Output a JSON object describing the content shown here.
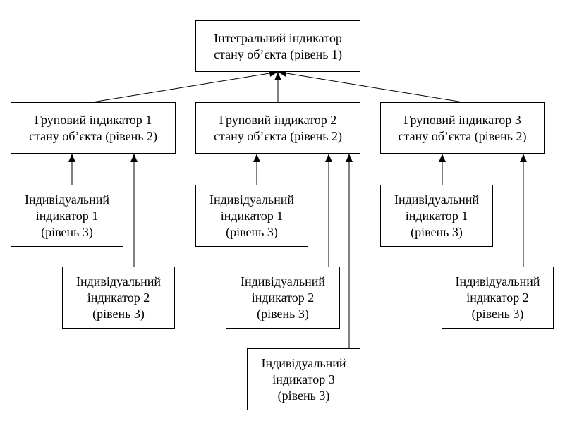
{
  "nodes": {
    "top": {
      "line1": "Інтегральний індикатор",
      "line2": "стану об’єкта (рівень 1)"
    },
    "group1": {
      "line1": "Груповий індикатор 1",
      "line2": "стану об’єкта (рівень 2)"
    },
    "group2": {
      "line1": "Груповий індикатор 2",
      "line2": "стану об’єкта (рівень 2)"
    },
    "group3": {
      "line1": "Груповий індикатор 3",
      "line2": "стану об’єкта (рівень 2)"
    },
    "g1_ind1": {
      "line1": "Індивідуальний",
      "line2": "індикатор 1",
      "line3": "(рівень 3)"
    },
    "g1_ind2": {
      "line1": "Індивідуальний",
      "line2": "індикатор 2",
      "line3": "(рівень 3)"
    },
    "g2_ind1": {
      "line1": "Індивідуальний",
      "line2": "індикатор 1",
      "line3": "(рівень 3)"
    },
    "g2_ind2": {
      "line1": "Індивідуальний",
      "line2": "індикатор 2",
      "line3": "(рівень 3)"
    },
    "g2_ind3": {
      "line1": "Індивідуальний",
      "line2": "індикатор 3",
      "line3": "(рівень 3)"
    },
    "g3_ind1": {
      "line1": "Індивідуальний",
      "line2": "індикатор 1",
      "line3": "(рівень 3)"
    },
    "g3_ind2": {
      "line1": "Індивідуальний",
      "line2": "індикатор 2",
      "line3": "(рівень 3)"
    }
  },
  "edges": [
    {
      "from": "group1",
      "to": "top"
    },
    {
      "from": "group2",
      "to": "top"
    },
    {
      "from": "group3",
      "to": "top"
    },
    {
      "from": "g1_ind1",
      "to": "group1"
    },
    {
      "from": "g1_ind2",
      "to": "group1"
    },
    {
      "from": "g2_ind1",
      "to": "group2"
    },
    {
      "from": "g2_ind2",
      "to": "group2"
    },
    {
      "from": "g2_ind3",
      "to": "group2"
    },
    {
      "from": "g3_ind1",
      "to": "group3"
    },
    {
      "from": "g3_ind2",
      "to": "group3"
    }
  ],
  "colors": {
    "stroke": "#000000",
    "background": "#ffffff"
  }
}
